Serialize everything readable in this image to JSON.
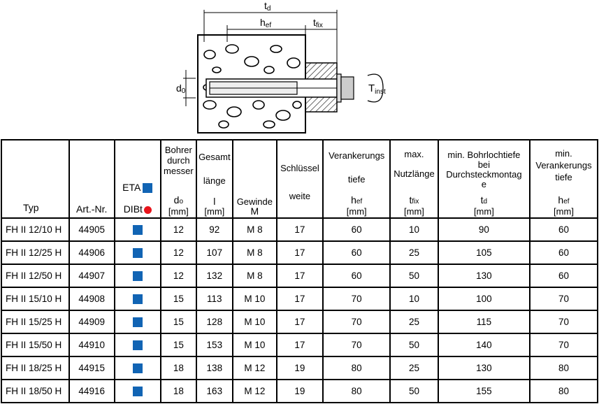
{
  "diagram": {
    "labels": {
      "td": "t",
      "td_sub": "d",
      "hef": "h",
      "hef_sub": "ef",
      "tfix": "t",
      "tfix_sub": "fix",
      "d0": "d",
      "d0_sub": "0",
      "tinst": "T",
      "tinst_sub": "inst"
    }
  },
  "table": {
    "headers": {
      "typ": "Typ",
      "art": "Art.-Nr.",
      "eta": "ETA",
      "dibt": "DIBt",
      "bohrer": [
        "Bohrer",
        "durch",
        "messer"
      ],
      "bohrer_sym": "d",
      "bohrer_sub": "o",
      "bohrer_unit": "[mm]",
      "gesamt": [
        "Gesamt",
        "länge"
      ],
      "gesamt_sym": "l",
      "gesamt_unit": "[mm]",
      "gewinde": [
        "Gewinde",
        "M"
      ],
      "schluessel": [
        "Schlüssel",
        "weite"
      ],
      "veranker": [
        "Verankerungs",
        "tiefe"
      ],
      "veranker_sym": "h",
      "veranker_sub": "ef",
      "veranker_unit": "[mm]",
      "nutz": [
        "max.",
        "Nutzlänge"
      ],
      "nutz_sym": "t",
      "nutz_sub": "fix",
      "nutz_unit": "[mm]",
      "bohrloch": [
        "min. Bohrlochtiefe",
        "bei",
        "Durchsteckmontag",
        "e"
      ],
      "bohrloch_sym": "t",
      "bohrloch_sub": "d",
      "bohrloch_unit": "[mm]",
      "minver": [
        "min.",
        "Verankerungs",
        "tiefe"
      ],
      "minver_sym": "h",
      "minver_sub": "ef",
      "minver_unit": "[mm]"
    },
    "rows": [
      {
        "typ": "FH II 12/10 H",
        "art": "44905",
        "d0": "12",
        "l": "92",
        "m": "M 8",
        "sw": "17",
        "hef": "60",
        "tfix": "10",
        "td": "90",
        "hefmin": "60"
      },
      {
        "typ": "FH II 12/25 H",
        "art": "44906",
        "d0": "12",
        "l": "107",
        "m": "M 8",
        "sw": "17",
        "hef": "60",
        "tfix": "25",
        "td": "105",
        "hefmin": "60"
      },
      {
        "typ": "FH II 12/50 H",
        "art": "44907",
        "d0": "12",
        "l": "132",
        "m": "M 8",
        "sw": "17",
        "hef": "60",
        "tfix": "50",
        "td": "130",
        "hefmin": "60"
      },
      {
        "typ": "FH II 15/10 H",
        "art": "44908",
        "d0": "15",
        "l": "113",
        "m": "M 10",
        "sw": "17",
        "hef": "70",
        "tfix": "10",
        "td": "100",
        "hefmin": "70"
      },
      {
        "typ": "FH II 15/25 H",
        "art": "44909",
        "d0": "15",
        "l": "128",
        "m": "M 10",
        "sw": "17",
        "hef": "70",
        "tfix": "25",
        "td": "115",
        "hefmin": "70"
      },
      {
        "typ": "FH II 15/50 H",
        "art": "44910",
        "d0": "15",
        "l": "153",
        "m": "M 10",
        "sw": "17",
        "hef": "70",
        "tfix": "50",
        "td": "140",
        "hefmin": "70"
      },
      {
        "typ": "FH II 18/25 H",
        "art": "44915",
        "d0": "18",
        "l": "138",
        "m": "M 12",
        "sw": "19",
        "hef": "80",
        "tfix": "25",
        "td": "130",
        "hefmin": "80"
      },
      {
        "typ": "FH II 18/50 H",
        "art": "44916",
        "d0": "18",
        "l": "163",
        "m": "M 12",
        "sw": "19",
        "hef": "80",
        "tfix": "50",
        "td": "155",
        "hefmin": "80"
      }
    ],
    "colors": {
      "eta_square": "#1164b4",
      "dibt_dot": "#e8141b"
    }
  }
}
